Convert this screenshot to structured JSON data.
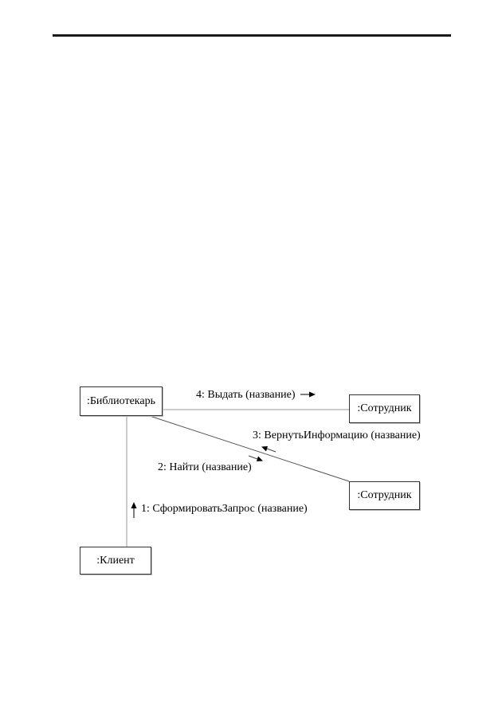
{
  "diagram": {
    "objects": {
      "librarian": ":Библиотекарь",
      "employee_top": ":Сотрудник",
      "employee_bottom": ":Сотрудник",
      "client": ":Клиент"
    },
    "messages": {
      "m1": "1: СформироватьЗапрос (название)",
      "m2": "2: Найти (название)",
      "m3": "3: ВернутьИнформацию (название)",
      "m4": "4: Выдать (название)"
    },
    "colors": {
      "line": "#999999",
      "arrow": "#000000",
      "border": "#333333"
    }
  }
}
